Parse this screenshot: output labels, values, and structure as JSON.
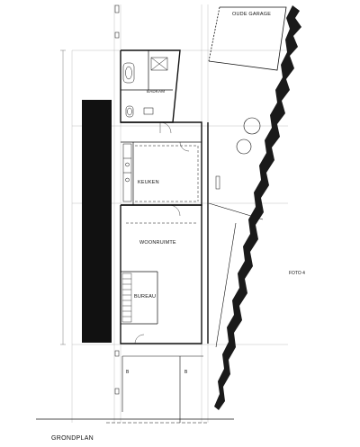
{
  "title": "GRONDPLAN",
  "rooms": {
    "garage": "OUDE GARAGE",
    "bathroom": "BADKAM",
    "kitchen": "KEUKEN",
    "living": "WOONRUIMTE",
    "office": "BUREAU"
  },
  "annotations": {
    "photo_marker": "FOTO 4",
    "section_mark_left": "B",
    "section_mark_right": "B"
  },
  "colors": {
    "ink": "#111111",
    "hedge": "#1a1a1a",
    "grid": "#9a9a9a"
  }
}
